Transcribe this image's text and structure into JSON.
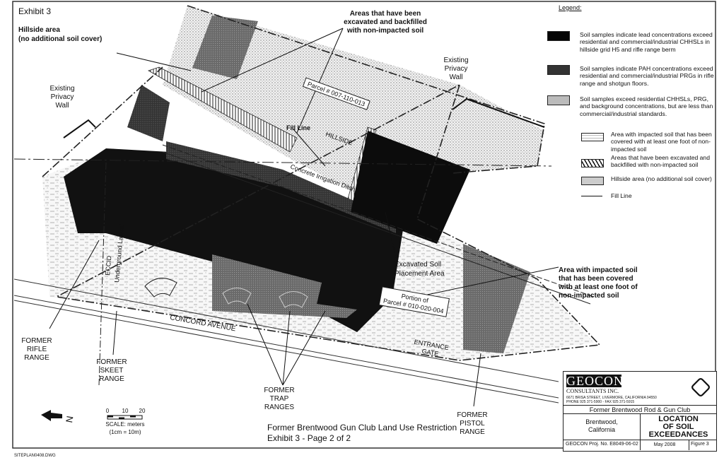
{
  "exhibit_label": "Exhibit 3",
  "map_labels": {
    "hillside_area": "Hillside area",
    "hillside_area_sub": "(no additional soil cover)",
    "existing_wall_left": [
      "Existing",
      "Privacy",
      "Wall"
    ],
    "existing_wall_right": [
      "Existing",
      "Privacy",
      "Wall"
    ],
    "excavated_callout": [
      "Areas that have been",
      "excavated and backfilled",
      "with non-impacted soil"
    ],
    "parcel_top": "Parcel # 007-110-013",
    "fill_line": "Fill Line",
    "hillside": "HILLSIDE",
    "irrigation_ditch": "Concrete  Irrigation  Ditch",
    "ecccid": "ECCID",
    "underground_lateral": "Underground Lateral",
    "excavated_soil": [
      "Excavated Soil",
      "Placement Area"
    ],
    "impacted_callout": [
      "Area with impacted soil",
      "that has been covered",
      "with at least one foot of",
      "non-impacted soil"
    ],
    "parcel_bottom": [
      "Portion of",
      "Parcel # 010-020-004"
    ],
    "concord_avenue": "CONCORD AVENUE",
    "entrance_gate": [
      "ENTRANCE",
      "GATE"
    ],
    "rifle_range": [
      "FORMER",
      "RIFLE",
      "RANGE"
    ],
    "skeet_range": [
      "FORMER",
      "SKEET",
      "RANGE"
    ],
    "trap_ranges": [
      "FORMER",
      "TRAP",
      "RANGES"
    ],
    "pistol_range": [
      "FORMER",
      "PISTOL",
      "RANGE"
    ]
  },
  "north_arrow": {
    "icon": "north-arrow-icon",
    "label": "N"
  },
  "scale": {
    "ticks": [
      "0",
      "10",
      "20"
    ],
    "label": "SCALE: meters",
    "ratio": "(1cm = 10m)"
  },
  "caption": [
    "Former Brentwood Gun Club Land Use Restriction",
    "Exhibit 3 - Page 2 of 2"
  ],
  "file_name": "SITEPLAN0408.DWG",
  "legend": {
    "title": "Legend:",
    "items": [
      {
        "text": "Soil samples indicate lead concentrations exceed residential and commercial/industrial CHHSLs in hillside grid H5 and rifle range berm"
      },
      {
        "text": "Soil samples indicate PAH concentrations exceed residential and commercial/industrial PRGs in rifle range and shotgun floors."
      },
      {
        "text": "Soil samples exceed residential CHHSLs, PRG, and background concentrations, but are less than commercial/industrial standards."
      },
      {
        "text": "Area with impacted soil that has been covered with at least one foot of non-impacted soil"
      },
      {
        "text": "Areas that have been excavated and backfilled with non-impacted soil"
      },
      {
        "text": "Hillside area (no additional soil cover)"
      },
      {
        "text": "Fill Line"
      }
    ]
  },
  "title_block": {
    "company": "GEOCON",
    "company_sub": "CONSULTANTS INC.",
    "address": "6671 BRISA STREET, LIVERMORE, CALIFORNIA 94550",
    "phone": "PHONE 925 371-5900 - FAX 925 371-5915",
    "project": "Former Brentwood Rod & Gun Club",
    "location": [
      "Brentwood,",
      "California"
    ],
    "title": [
      "LOCATION",
      "OF SOIL",
      "EXCEEDANCES"
    ],
    "proj_no": "GEOCON Proj. No.  E8049-06-02",
    "date": "May 2008",
    "figure": "Figure 3"
  }
}
